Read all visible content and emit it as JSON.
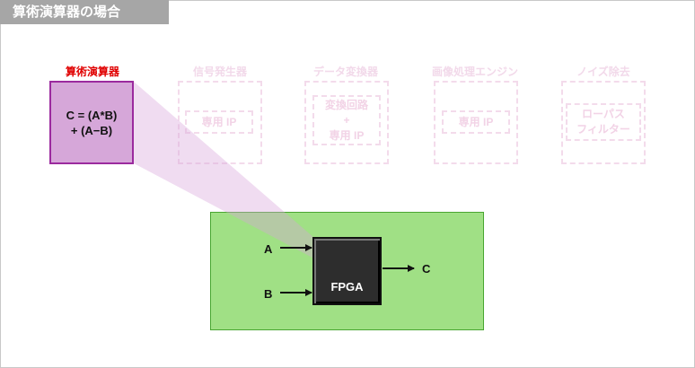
{
  "header": {
    "title": "算術演算器の場合"
  },
  "active_block": {
    "label": "算術演算器",
    "line1": "C = (A*B)",
    "line2": "+ (A−B)"
  },
  "ghost_blocks": [
    {
      "label": "信号発生器",
      "inner": [
        "専用 IP"
      ]
    },
    {
      "label": "データ変換器",
      "inner": [
        "変換回路",
        "+",
        "専用 IP"
      ]
    },
    {
      "label": "画像処理エンジン",
      "inner": [
        "専用 IP"
      ]
    },
    {
      "label": "ノイズ除去",
      "inner": [
        "ローパス",
        "フィルター"
      ]
    }
  ],
  "fpga": {
    "label": "FPGA",
    "inputs": [
      "A",
      "B"
    ],
    "output": "C"
  },
  "colors": {
    "header_bg": "#a6a6a6",
    "active_fill": "#d6a7d9",
    "active_border": "#9b2a9e",
    "active_label": "#e00000",
    "ghost": "#f3dbeb",
    "board_fill": "#a0e085",
    "board_border": "#49a631",
    "chip": "#2d2d2d"
  }
}
